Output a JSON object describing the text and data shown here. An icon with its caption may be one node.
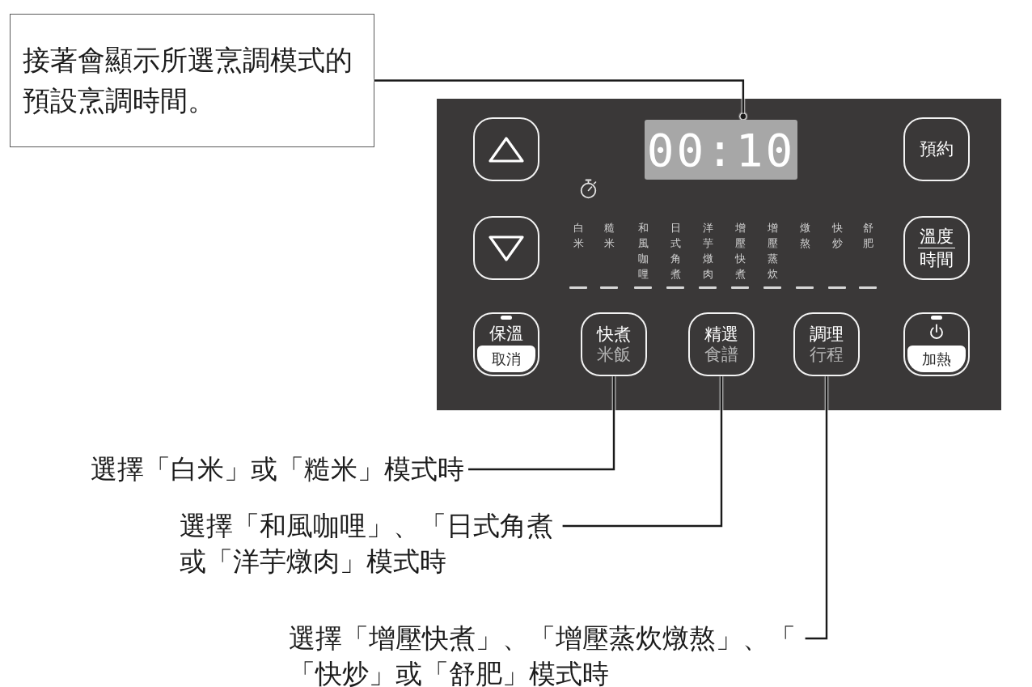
{
  "diagram": {
    "nodes": [
      {
        "text": [
          "接著會顯示所選烹調模式的預設烹調時間。"
        ]
      },
      {
        "text": [],
        "shape": "box"
      },
      {
        "text": [
          "00:10"
        ],
        "in": 1
      },
      {
        "text": [],
        "shape": "box",
        "in": 1
      },
      {
        "text": [
          "預約"
        ],
        "in": 1
      },
      {
        "text": [],
        "shape": "box",
        "in": 1
      },
      {
        "text": [
          "溫度",
          "時間"
        ],
        "in": 1
      },
      {
        "text": [
          "保溫",
          "取消"
        ],
        "in": 1
      },
      {
        "text": [
          "快煮",
          "米飯"
        ],
        "in": 1
      },
      {
        "text": [
          "精選",
          "食譜"
        ],
        "in": 1
      },
      {
        "text": [
          "調理",
          "行程"
        ],
        "in": 1
      },
      {
        "text": [
          "加熱"
        ],
        "in": 1
      },
      {
        "text": [
          "選擇「白米」或「糙米」模式時"
        ]
      },
      {
        "text": [
          "選擇「和風咖哩」、「日式角煮或「洋芋燉肉」模式時"
        ]
      },
      {
        "text": [
          "選擇「增壓快煮」、「增壓蒸炊燉熬」、「「快炒」或「舒肥」模式時"
        ]
      }
    ],
    "edges": [
      {
        "from": 0,
        "to": 2,
        "arrow": "other"
      },
      {
        "from": 12,
        "to": 8,
        "arrow": "none"
      },
      {
        "from": 13,
        "to": 9,
        "arrow": "none"
      },
      {
        "from": 14,
        "to": 10,
        "arrow": "none"
      }
    ],
    "labels": [
      "白米",
      "糙米",
      "和風咖哩",
      "日式角煮",
      "洋芋燉肉",
      "增壓快煮",
      "增壓蒸炊",
      "燉熬",
      "快炒",
      "舒肥"
    ]
  }
}
